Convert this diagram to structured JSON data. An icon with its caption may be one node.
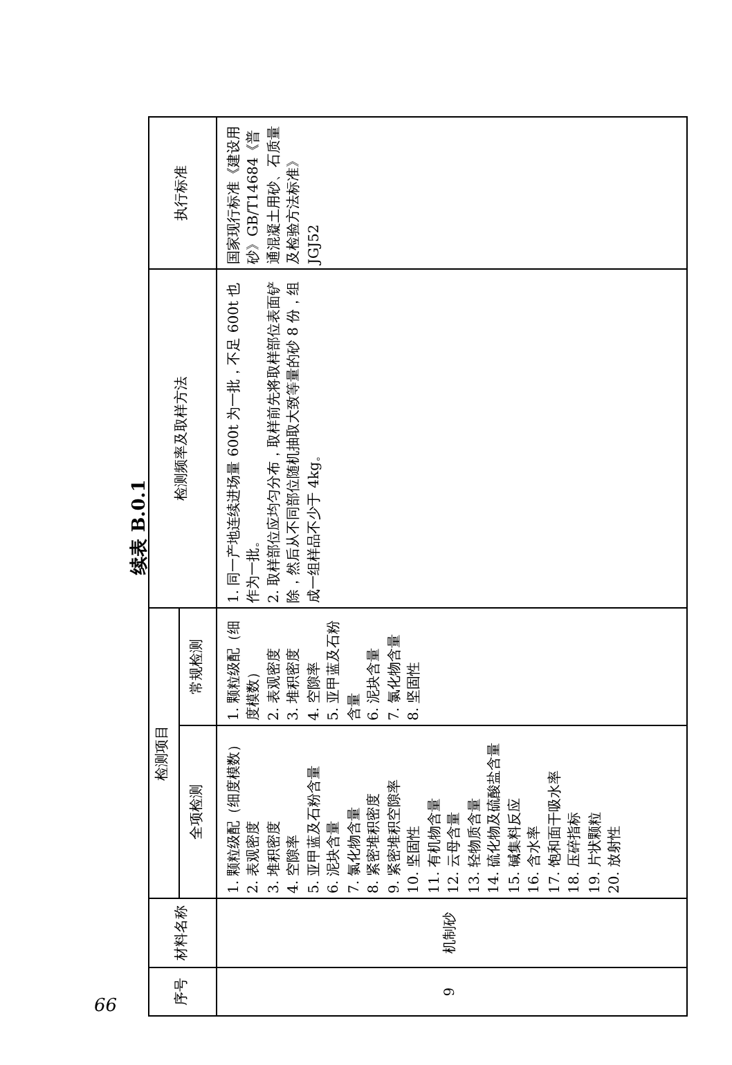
{
  "diagram": {
    "title": "续表 B.0.1",
    "labels": [
      "序号",
      "材料名称",
      "检测项目",
      "全项检测",
      "常规检测",
      "检测频率及取样方法",
      "执行标准",
      "9",
      "机制砂",
      "1. 颗粒级配（细度模数）",
      "2. 表观密度",
      "3. 堆积密度",
      "4. 空隙率",
      "5. 亚甲蓝及石粉含量",
      "6. 泥块含量",
      "7. 氯化物含量",
      "8. 紧密堆积密度",
      "9. 紧密堆积空隙率",
      "10. 坚固性",
      "11. 有机物含量",
      "12. 云母含量",
      "13. 轻物质含量",
      "14. 硫化物及硫酸盐含量",
      "15. 碱集料反应",
      "16. 含水率",
      "17. 饱和面干吸水率",
      "18. 压碎指标",
      "19. 片状颗粒",
      "20. 放射性",
      "1. 颗粒级配（细度模数）",
      "2. 表观密度",
      "3. 堆积密度",
      "4. 空隙率",
      "5. 亚甲蓝及石粉含量",
      "6. 泥块含量",
      "7. 氯化物含量",
      "8. 坚固性",
      "1. 同一产地连续进场量 600t 为一批，不足 600t 也作为一批。",
      "2. 取样部位应均匀分布，取样前先将取样部位表面铲除，然后从不同部位随机抽取大致等量的砂 8 份，组成一组样品不少于 4kg。",
      "国家现行标准《建设用砂》GB/T14684《普通混凝土用砂、石质量及检验方法标准》JGJ52",
      "66"
    ]
  }
}
